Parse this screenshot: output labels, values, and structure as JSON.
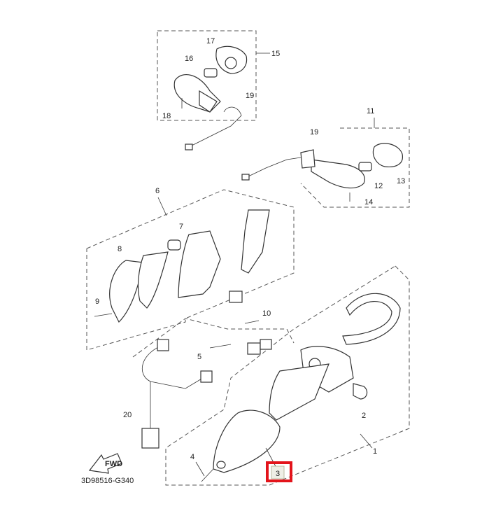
{
  "diagram_code": "3D98516-G340",
  "fwd_label": "FWD",
  "callouts": {
    "c1": "1",
    "c2": "2",
    "c3": "3",
    "c4": "4",
    "c5": "5",
    "c6": "6",
    "c7": "7",
    "c8": "8",
    "c9": "9",
    "c10": "10",
    "c11": "11",
    "c12": "12",
    "c13": "13",
    "c14": "14",
    "c15": "15",
    "c16": "16",
    "c17": "17",
    "c18": "18",
    "c19a": "19",
    "c19b": "19",
    "c20": "20"
  },
  "highlight_color": "#e3141b"
}
